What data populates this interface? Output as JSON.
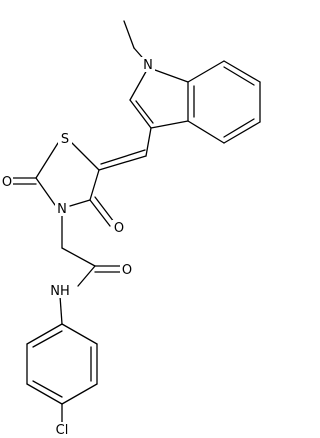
{
  "molecule": {
    "atoms": {
      "n_indole": "N",
      "s_ring": "S",
      "o_c2": "O",
      "o_c4": "O",
      "n_ring": "N",
      "o_amide": "O",
      "nh_amide": "NH",
      "cl": "Cl"
    }
  },
  "colors": {
    "line": "#000000",
    "background": "#ffffff"
  }
}
